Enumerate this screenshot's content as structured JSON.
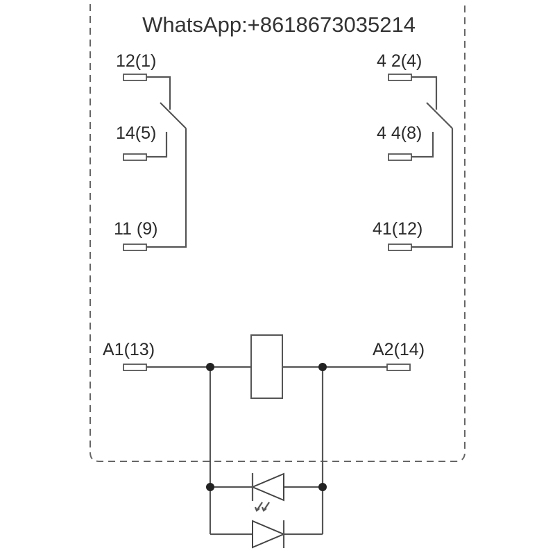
{
  "watermark": "WhatsApp:+8618673035214",
  "terminals": {
    "t12": "12(1)",
    "t14": "14(5)",
    "t11": "11 (9)",
    "t42": "4 2(4)",
    "t44": "4 4(8)",
    "t41": "41(12)",
    "a1": "A1(13)",
    "a2": "A2(14)"
  },
  "colors": {
    "line": "#555555",
    "node": "#222222",
    "background": "#ffffff"
  }
}
